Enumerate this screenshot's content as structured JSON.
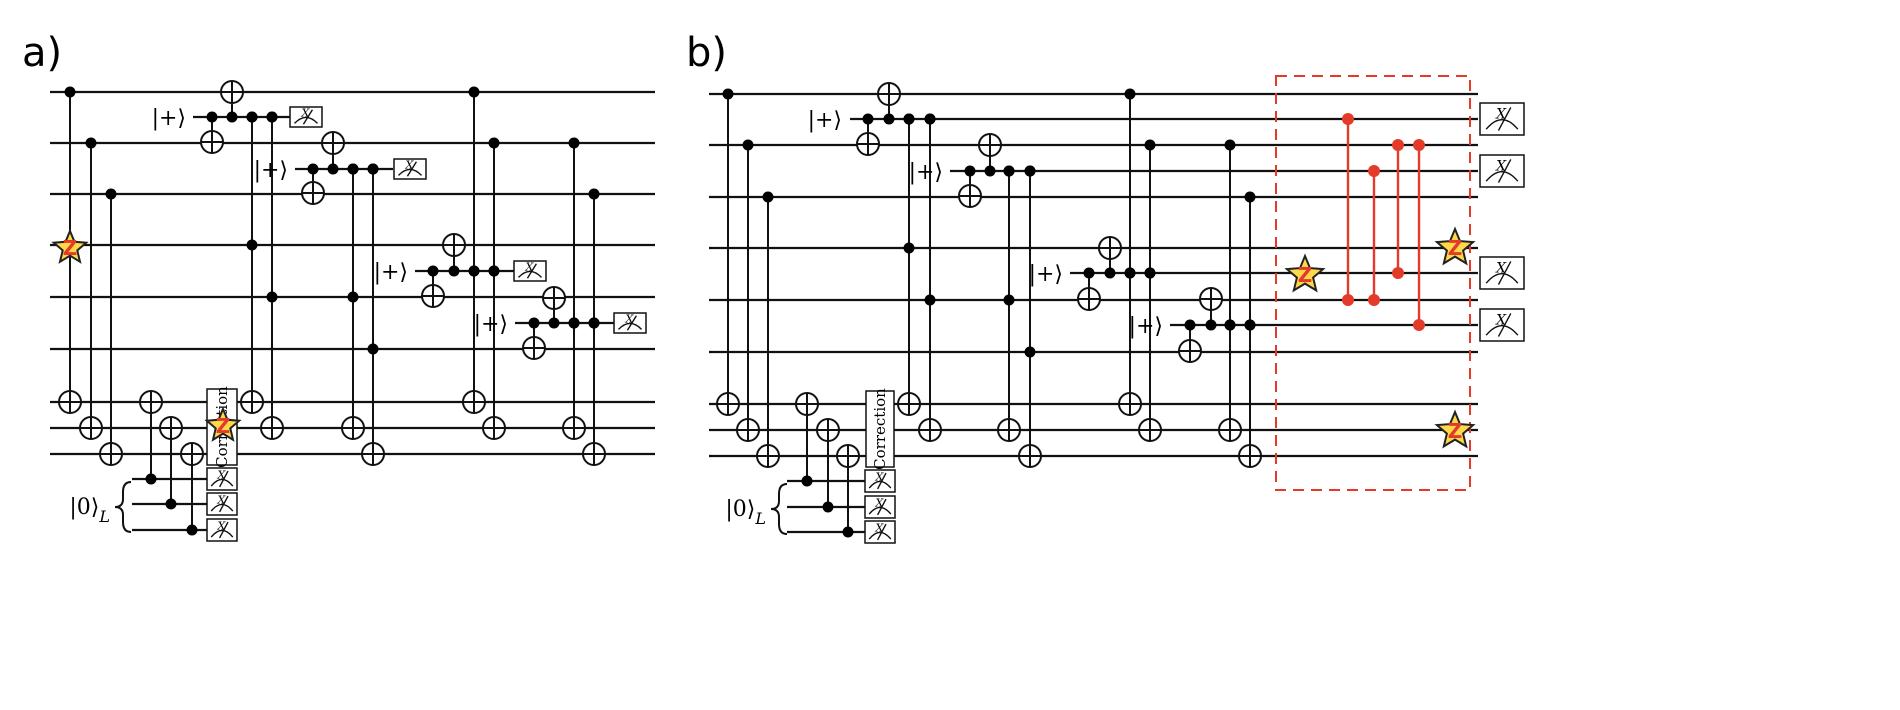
{
  "panels": {
    "a": {
      "label": "a)"
    },
    "b": {
      "label": "b)"
    }
  },
  "ket_plus": "|+⟩",
  "ket_zero_logical": "|0⟩",
  "ket_zero_subscript": "L",
  "measurement_basis": "X",
  "correction_label": "Correction",
  "error_label": "Z",
  "colors": {
    "wire": "#111111",
    "highlight": "#e33a2a",
    "star_fill": "#ffd84a"
  }
}
